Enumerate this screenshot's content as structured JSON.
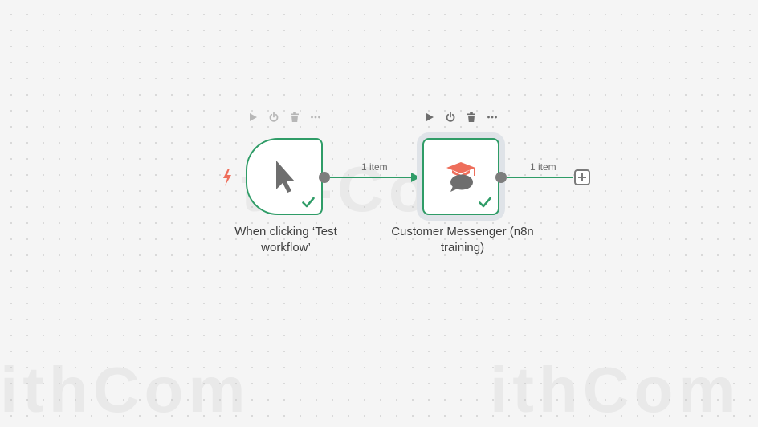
{
  "canvas": {
    "background": "#f5f5f5",
    "accent_color": "#2f9c67"
  },
  "nodes": {
    "trigger": {
      "label": "When clicking ‘Test workflow’",
      "icon": "cursor-icon",
      "status": "success",
      "toolbar": [
        "play-icon",
        "power-icon",
        "trash-icon",
        "more-icon"
      ]
    },
    "messenger": {
      "label": "Customer Messenger (n8n training)",
      "icon": "graduation-chat-icon",
      "status": "success",
      "toolbar": [
        "play-icon",
        "power-icon",
        "trash-icon",
        "more-icon"
      ]
    }
  },
  "edges": {
    "trigger_to_messenger": {
      "label": "1 item"
    },
    "messenger_out": {
      "label": "1 item"
    }
  },
  "colors": {
    "success": "#2f9c67",
    "trigger_bolt": "#ee6e5b",
    "handle": "#7d7d7d",
    "icon_gray": "#6e6e6e"
  }
}
